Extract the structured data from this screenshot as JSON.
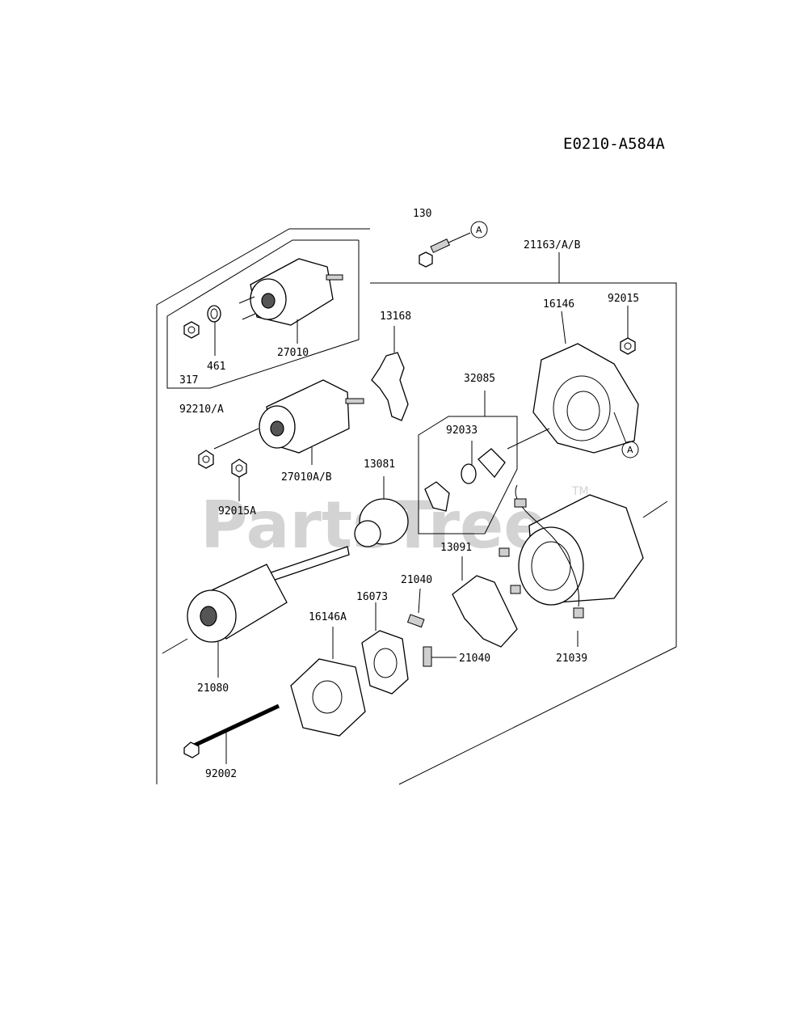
{
  "diagram_code": "E0210-A584A",
  "watermark": {
    "text": "PartsTree",
    "tm": "TM"
  },
  "callout_letter": "A",
  "labels": {
    "p130": "130",
    "p21163": "21163/A/B",
    "p16146": "16146",
    "p92015": "92015",
    "p13168": "13168",
    "p461": "461",
    "p27010": "27010",
    "p317": "317",
    "p92210": "92210/A",
    "p32085": "32085",
    "p92033": "92033",
    "p27010ab": "27010A/B",
    "p13081": "13081",
    "p92015a": "92015A",
    "p13091": "13091",
    "p21040a": "21040",
    "p16073": "16073",
    "p16146a": "16146A",
    "p21040b": "21040",
    "p21039": "21039",
    "p21080": "21080",
    "p92002": "92002"
  }
}
